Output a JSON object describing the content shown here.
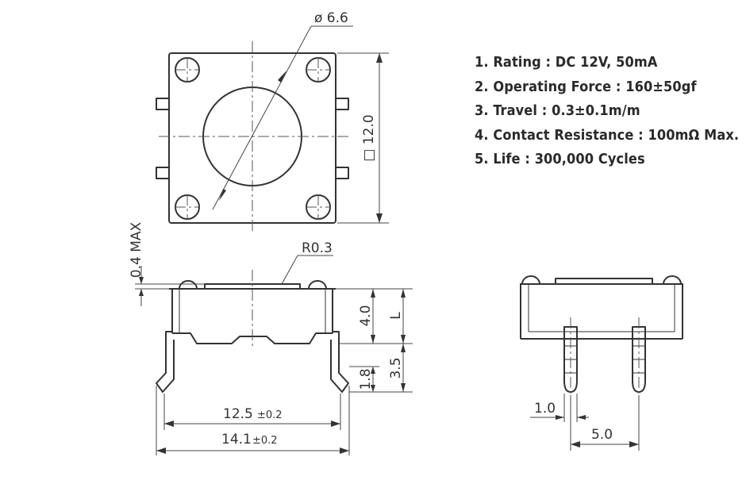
{
  "specs": [
    "1. Rating : DC 12V, 50mA",
    "2. Operating Force : 160±50gf",
    "3. Travel : 0.3±0.1m/m",
    "4. Contact Resistance : 100mΩ Max.",
    "5. Life : 300,000 Cycles"
  ],
  "dimensions": {
    "diameter": "ø 6.6",
    "square": "□ 12.0",
    "max_overhang": "0.4 MAX",
    "radius": "R0.3",
    "body_height": "4.0",
    "height_symbol": "L",
    "lead_length": "3.5",
    "lead_bend": "1.8",
    "lead_pitch": "12.5",
    "lead_pitch_tol": "±0.2",
    "overall_width": "14.1",
    "overall_width_tol": "±0.2",
    "pin_width": "1.0",
    "pin_pitch": "5.0"
  }
}
